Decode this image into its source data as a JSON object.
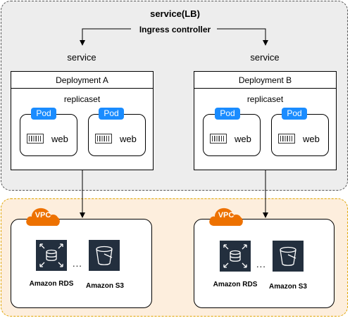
{
  "load_balancer": {
    "title": "service(LB)",
    "ingress_label": "Ingress controller"
  },
  "services": [
    {
      "label": "service"
    },
    {
      "label": "service"
    }
  ],
  "deployments": [
    {
      "title": "Deployment A",
      "replicaset_label": "replicaset",
      "pods": [
        {
          "badge": "Pod",
          "app": "web"
        },
        {
          "badge": "Pod",
          "app": "web"
        }
      ]
    },
    {
      "title": "Deployment B",
      "replicaset_label": "replicaset",
      "pods": [
        {
          "badge": "Pod",
          "app": "web"
        },
        {
          "badge": "Pod",
          "app": "web"
        }
      ]
    }
  ],
  "vpcs": [
    {
      "badge": "VPC",
      "dots": "...",
      "rds": {
        "label": "Amazon RDS",
        "icon": "amazon-rds-icon"
      },
      "s3": {
        "label": "Amazon S3",
        "icon": "amazon-s3-icon"
      }
    },
    {
      "badge": "VPC",
      "dots": "...",
      "rds": {
        "label": "Amazon RDS",
        "icon": "amazon-rds-icon"
      },
      "s3": {
        "label": "Amazon S3",
        "icon": "amazon-s3-icon"
      }
    }
  ],
  "colors": {
    "lb_fill": "#ededed",
    "lb_border": "#555555",
    "vpc_area_fill": "#fdeedd",
    "vpc_area_border": "#e0a500",
    "pod_badge": "#1a8cff",
    "vpc_badge": "#ed7100",
    "aws_service_icon_bg": "#232f3e"
  }
}
